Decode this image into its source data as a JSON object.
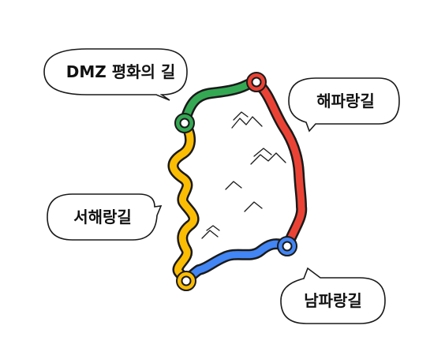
{
  "labels": {
    "dmz": "DMZ 평화의 길",
    "haeparang": "해파랑길",
    "seohaerang": "서해랑길",
    "nampa": "남파랑길"
  },
  "colors": {
    "dmz_route": "#34A853",
    "haeparang_route": "#EA4335",
    "seohaerang_route": "#FBBC04",
    "nampa_route": "#4285F4",
    "outline": "#1A1A1A",
    "bubble_fill": "#FFFFFF"
  },
  "icons": [
    "mountain-icon"
  ]
}
